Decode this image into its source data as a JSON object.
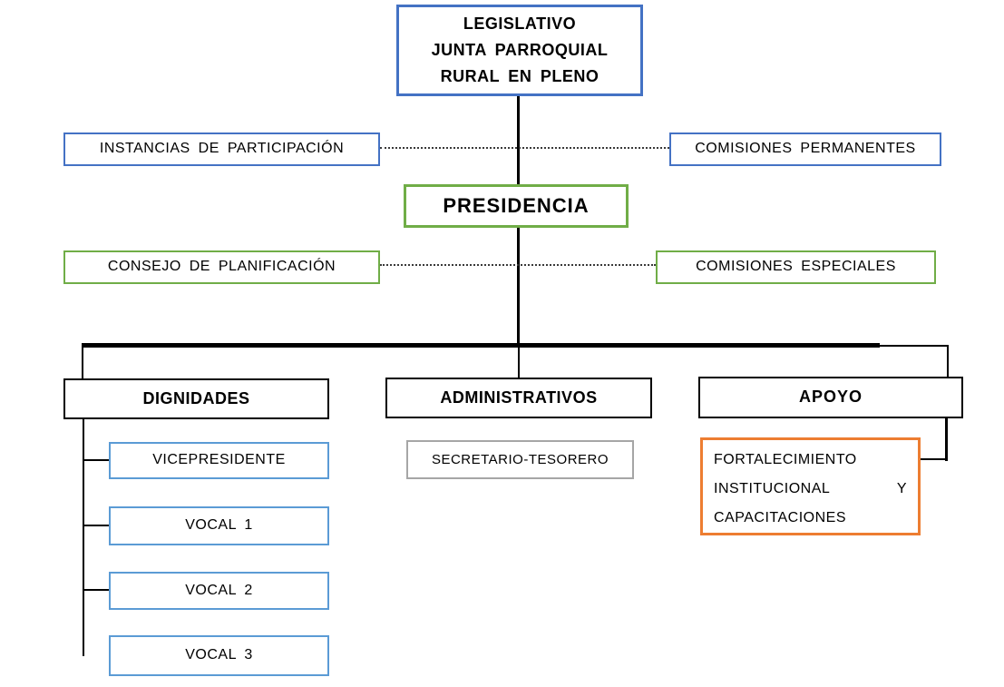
{
  "diagram": {
    "level1": {
      "legislativo": "LEGISLATIVO\nJUNTA PARROQUIAL\nRURAL EN PLENO"
    },
    "row_participacion": {
      "left": "INSTANCIAS DE PARTICIPACIÓN",
      "right": "COMISIONES PERMANENTES"
    },
    "level2": {
      "presidencia": "PRESIDENCIA"
    },
    "row_planificacion": {
      "left": "CONSEJO DE PLANIFICACIÓN",
      "right": "COMISIONES ESPECIALES"
    },
    "level3": {
      "dignidades": "DIGNIDADES",
      "administrativos": "ADMINISTRATIVOS",
      "apoyo": "APOYO"
    },
    "dignidades_children": [
      "VICEPRESIDENTE",
      "VOCAL 1",
      "VOCAL 2",
      "VOCAL 3"
    ],
    "administrativos_children": [
      "SECRETARIO-TESORERO"
    ],
    "apoyo_children": [
      "FORTALECIMIENTO INSTITUCIONAL Y CAPACITACIONES"
    ]
  },
  "colors": {
    "blue_border": "#4472C4",
    "light_blue_border": "#5B9BD5",
    "green_border": "#70AD47",
    "orange_border": "#ED7D31",
    "gray_border": "#A6A6A6",
    "connector": "#000000",
    "background": "#FFFFFF",
    "text": "#000000"
  }
}
